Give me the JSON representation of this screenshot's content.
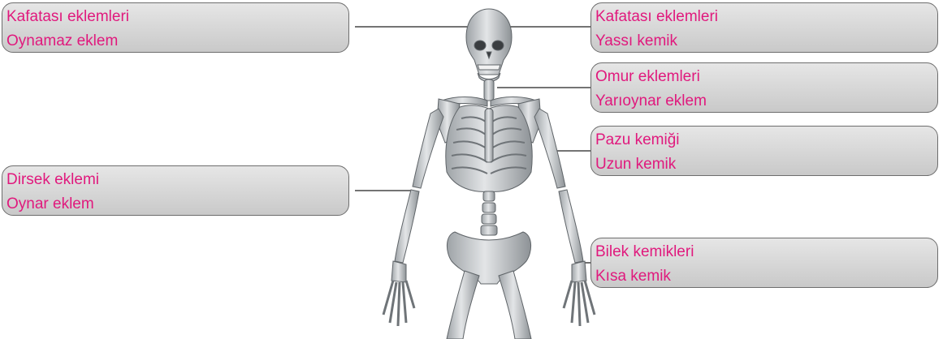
{
  "labels": {
    "left_skull": {
      "line1": "Kafatası eklemleri",
      "line2": "Oynamaz eklem"
    },
    "left_elbow": {
      "line1": "Dirsek eklemi",
      "line2": "Oynar eklem"
    },
    "right_skull": {
      "line1": "Kafatası eklemleri",
      "line2": "Yassı kemik"
    },
    "right_spine": {
      "line1": "Omur eklemleri",
      "line2": "Yarıoynar eklem"
    },
    "right_arm": {
      "line1": "Pazu kemiği",
      "line2": "Uzun kemik"
    },
    "right_wrist": {
      "line1": "Bilek kemikleri",
      "line2": "Kısa kemik"
    }
  },
  "colors": {
    "label_text": "#e0197d",
    "box_fill": "#d6d6d6",
    "bone": "#d2d4d6",
    "bone_shadow": "#6f7478"
  },
  "illustration": "human-skeleton-front-view"
}
